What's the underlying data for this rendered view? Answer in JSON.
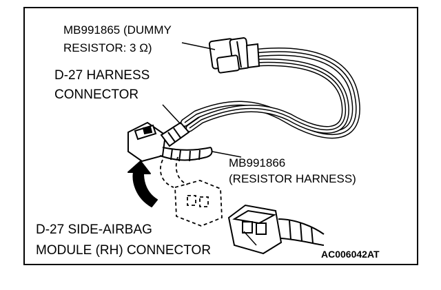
{
  "labels": {
    "dummy_resistor_line1": "MB991865 (DUMMY",
    "dummy_resistor_line2": "RESISTOR: 3 Ω)",
    "harness_connector_line1": "D-27 HARNESS",
    "harness_connector_line2": "CONNECTOR",
    "resistor_harness_line1": "MB991866",
    "resistor_harness_line2": "(RESISTOR HARNESS)",
    "airbag_connector_line1": "D-27 SIDE-AIRBAG",
    "airbag_connector_line2": "MODULE (RH) CONNECTOR",
    "figure_code": "AC006042AT"
  },
  "colors": {
    "ink": "#000000",
    "paper": "#ffffff"
  },
  "icons": {
    "move_arrow": "curved-up-arrow-icon"
  }
}
